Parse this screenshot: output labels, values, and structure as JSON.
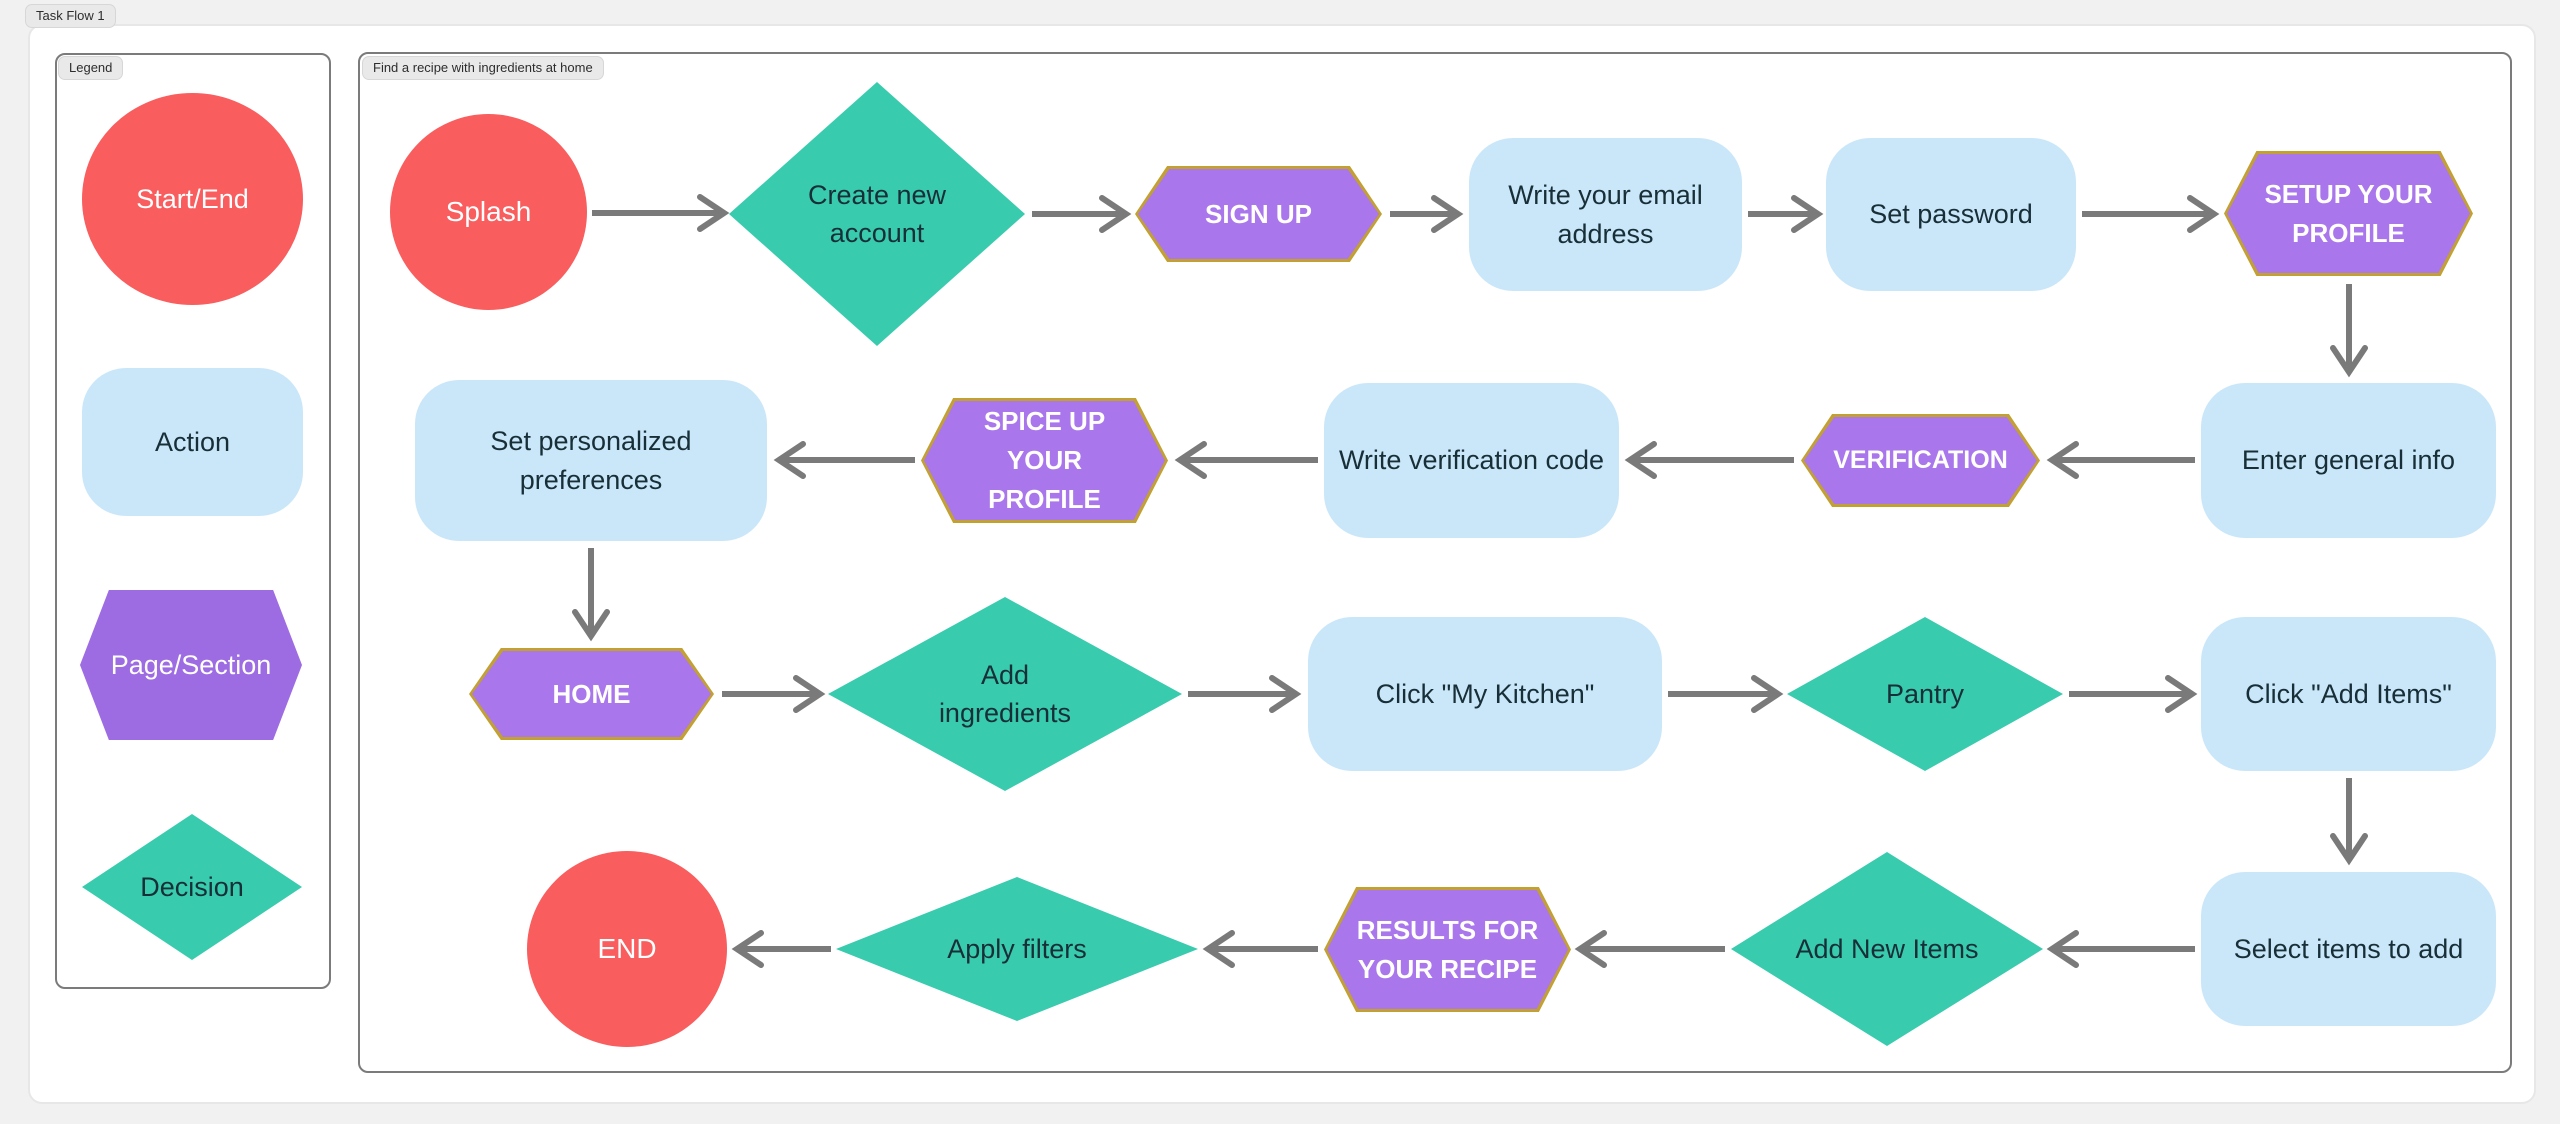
{
  "canvas": {
    "section_label": "Task Flow 1"
  },
  "legend": {
    "frame_label": "Legend",
    "items": [
      {
        "label": "Start/End",
        "type": "start-end"
      },
      {
        "label": "Action",
        "type": "action"
      },
      {
        "label": "Page/Section",
        "type": "page-section"
      },
      {
        "label": "Decision",
        "type": "decision"
      }
    ]
  },
  "flow": {
    "frame_label": "Find a recipe with ingredients at home",
    "nodes": {
      "splash": {
        "label": "Splash",
        "type": "start-end"
      },
      "create_account": {
        "label": "Create new account",
        "type": "decision"
      },
      "sign_up": {
        "label": "SIGN UP",
        "type": "page-section"
      },
      "email": {
        "label": "Write your email address",
        "type": "action"
      },
      "password": {
        "label": "Set password",
        "type": "action"
      },
      "setup_profile": {
        "label": "SETUP YOUR PROFILE",
        "type": "page-section"
      },
      "general_info": {
        "label": "Enter general info",
        "type": "action"
      },
      "verification": {
        "label": "VERIFICATION",
        "type": "page-section"
      },
      "verification_code": {
        "label": "Write verification code",
        "type": "action"
      },
      "spice_profile": {
        "label": "SPICE UP YOUR PROFILE",
        "type": "page-section"
      },
      "preferences": {
        "label": "Set personalized preferences",
        "type": "action"
      },
      "home": {
        "label": "HOME",
        "type": "page-section"
      },
      "add_ingredients": {
        "label": "Add ingredients",
        "type": "decision"
      },
      "my_kitchen": {
        "label": "Click  \"My Kitchen\"",
        "type": "action"
      },
      "pantry": {
        "label": "Pantry",
        "type": "decision"
      },
      "add_items": {
        "label": "Click \"Add Items\"",
        "type": "action"
      },
      "select_items": {
        "label": "Select items to add",
        "type": "action"
      },
      "add_new_items": {
        "label": "Add New Items",
        "type": "decision"
      },
      "results": {
        "label": "RESULTS FOR YOUR RECIPE",
        "type": "page-section"
      },
      "apply_filters": {
        "label": "Apply filters",
        "type": "decision"
      },
      "end": {
        "label": "END",
        "type": "start-end"
      }
    }
  },
  "colors": {
    "start_end": "#f95d5d",
    "action": "#cae7fa",
    "page_section": "#a06ce4",
    "page_section_border": "#c3a032",
    "decision": "#38cbae",
    "arrow": "#7a7a7a",
    "frame_border": "#7b7b7b",
    "dark_text": "#182f38",
    "light_text": "#ffffff"
  }
}
